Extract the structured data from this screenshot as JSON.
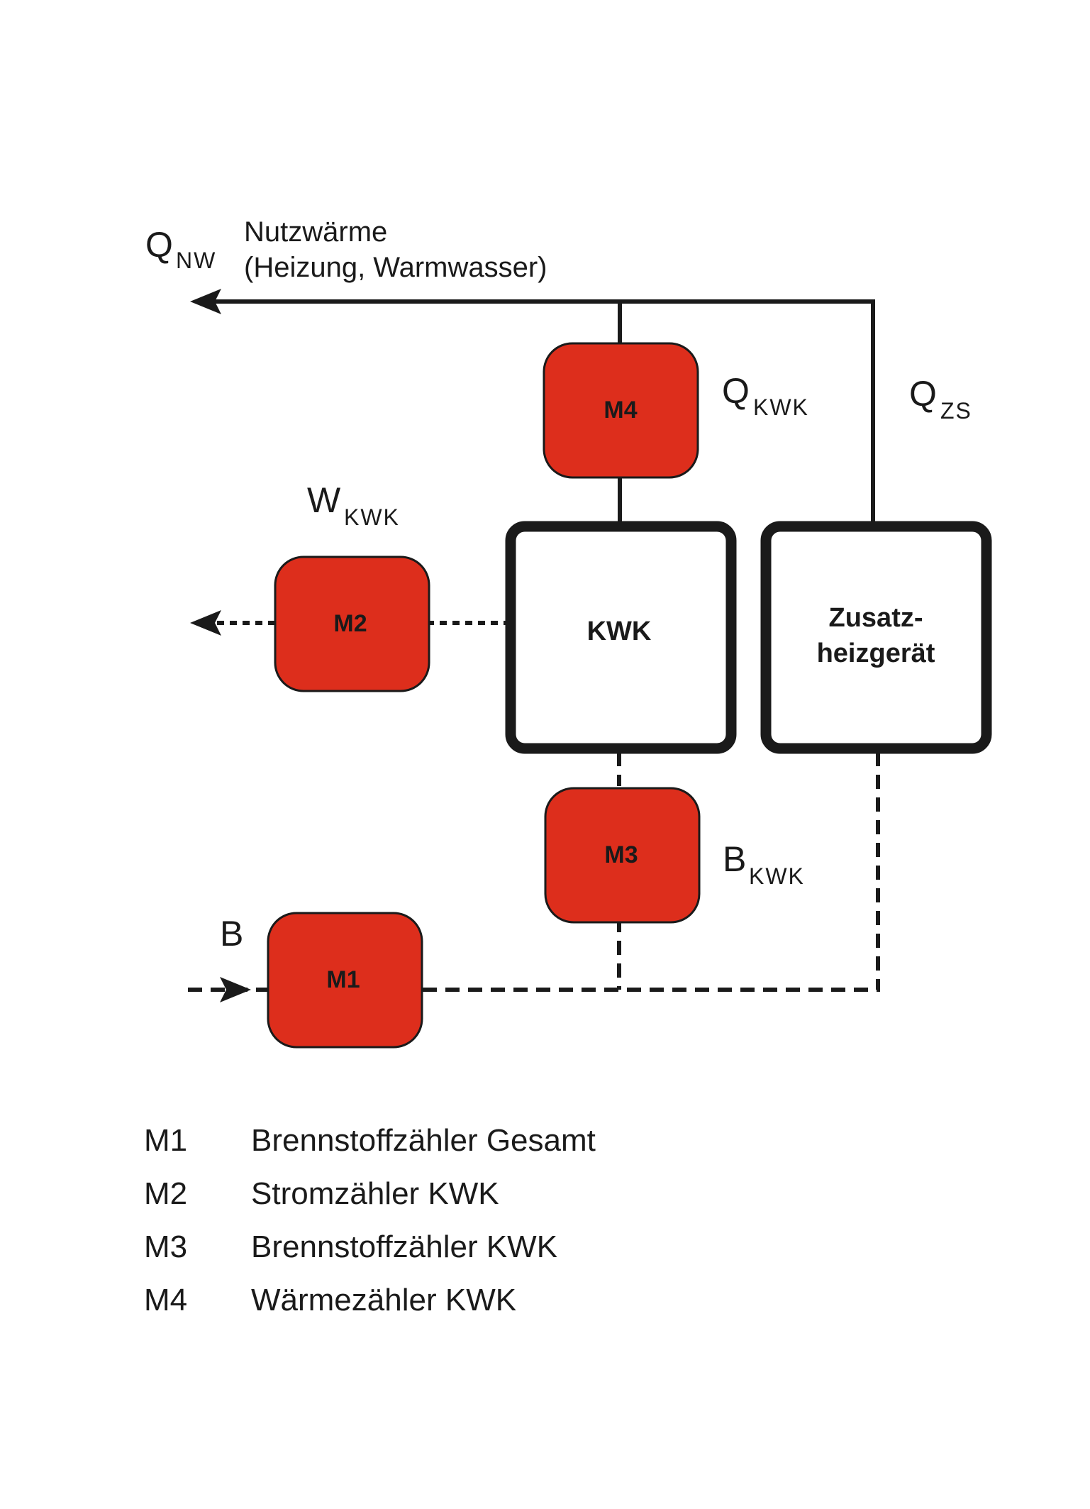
{
  "colors": {
    "meter_fill": "#dd2e1c",
    "line": "#1a1a1a",
    "background": "#ffffff"
  },
  "flows": {
    "q_nw": {
      "symbol": "Q",
      "subscript": "NW"
    },
    "q_nw_description": [
      "Nutzwärme",
      "(Heizung, Warmwasser)"
    ],
    "q_kwk": {
      "symbol": "Q",
      "subscript": "KWK"
    },
    "q_zs": {
      "symbol": "Q",
      "subscript": "ZS"
    },
    "w_kwk": {
      "symbol": "W",
      "subscript": "KWK"
    },
    "b_kwk": {
      "symbol": "B",
      "subscript": "KWK"
    },
    "b": {
      "symbol": "B"
    }
  },
  "units": {
    "kwk": "KWK",
    "zusatz": [
      "Zusatz-",
      "heizgerät"
    ]
  },
  "meters": {
    "m1": "M1",
    "m2": "M2",
    "m3": "M3",
    "m4": "M4"
  },
  "legend": [
    {
      "code": "M1",
      "text": "Brennstoffzähler Gesamt"
    },
    {
      "code": "M2",
      "text": "Stromzähler KWK"
    },
    {
      "code": "M3",
      "text": "Brennstoffzähler KWK"
    },
    {
      "code": "M4",
      "text": "Wärmezähler KWK"
    }
  ]
}
